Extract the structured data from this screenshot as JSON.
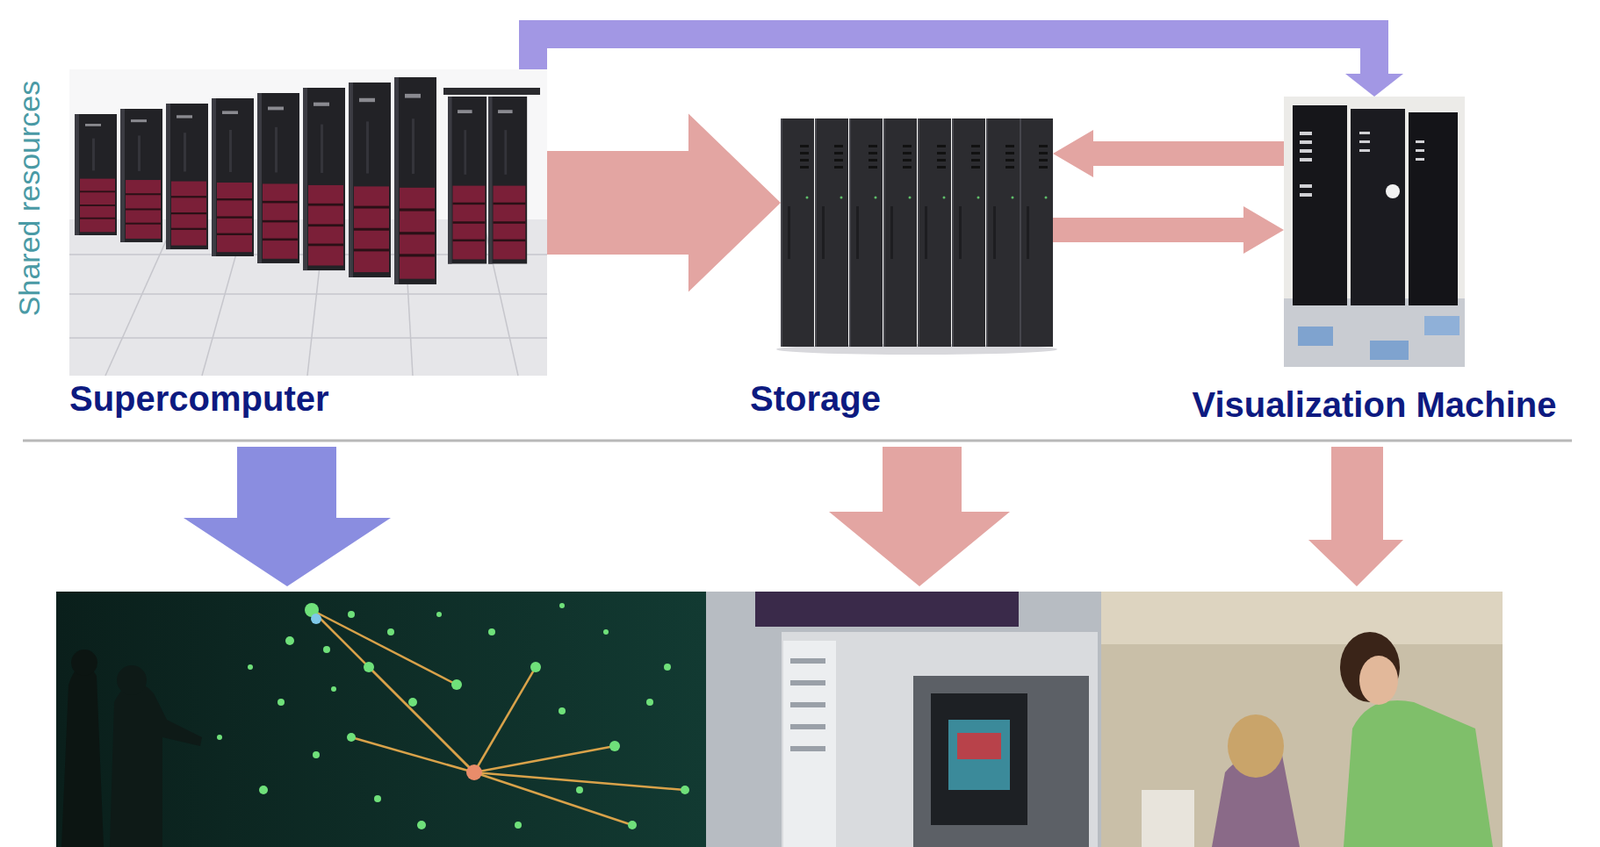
{
  "diagram": {
    "nodes": [
      {
        "text": [
          "Supercomputer"
        ]
      },
      {
        "text": [
          "Storage"
        ]
      },
      {
        "text": [
          "Visualization Machine"
        ]
      }
    ],
    "edges": [
      {
        "from": 0,
        "to": 1,
        "arrow": "to"
      },
      {
        "from": 2,
        "to": 1,
        "arrow": "to"
      },
      {
        "from": 1,
        "to": 2,
        "arrow": "to"
      },
      {
        "from": 0,
        "to": 2,
        "arrow": "to"
      }
    ],
    "labels": [
      "Shared resources"
    ]
  }
}
